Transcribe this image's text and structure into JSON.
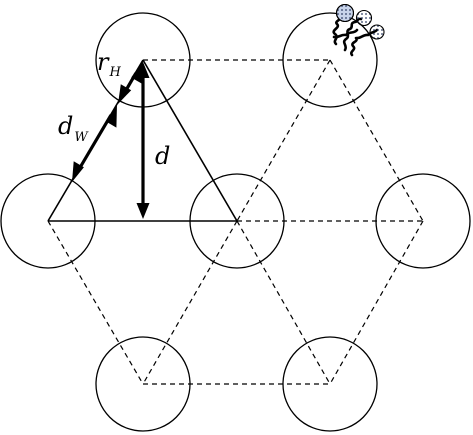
{
  "labels": {
    "r": "r",
    "r_sub": "H",
    "d_w": "d",
    "d_w_sub": "W",
    "d": "d"
  }
}
